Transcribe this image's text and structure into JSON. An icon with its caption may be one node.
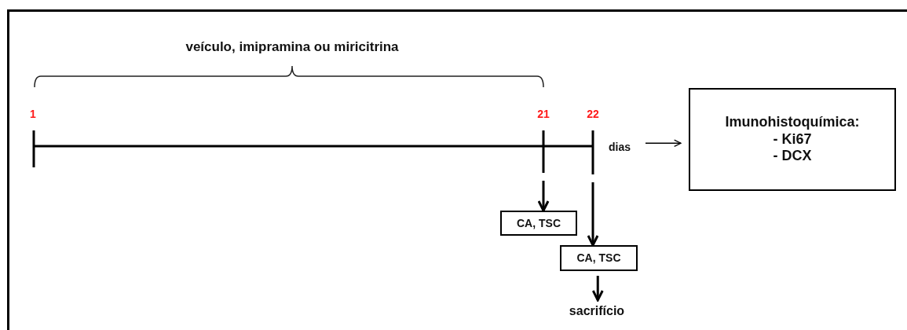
{
  "diagram": {
    "nodes": [
      {
        "text": [
          "CA, TSC"
        ]
      },
      {
        "text": [
          "CA, TSC"
        ]
      },
      {
        "text": [
          "sacrifício"
        ]
      },
      {
        "text": [
          "Imunohistoquímica:",
          "- Ki67",
          "- DCX"
        ]
      },
      {
        "text": [
          "dias"
        ]
      }
    ],
    "edges": [
      {
        "from": null,
        "to": 0,
        "arrow": "to"
      },
      {
        "from": null,
        "to": 1,
        "arrow": "to"
      },
      {
        "from": 1,
        "to": 2,
        "arrow": "to"
      },
      {
        "from": 4,
        "to": 3,
        "arrow": "to"
      }
    ],
    "labels": [
      "veículo, imipramina ou miricitrina",
      "1",
      "21",
      "22"
    ]
  }
}
